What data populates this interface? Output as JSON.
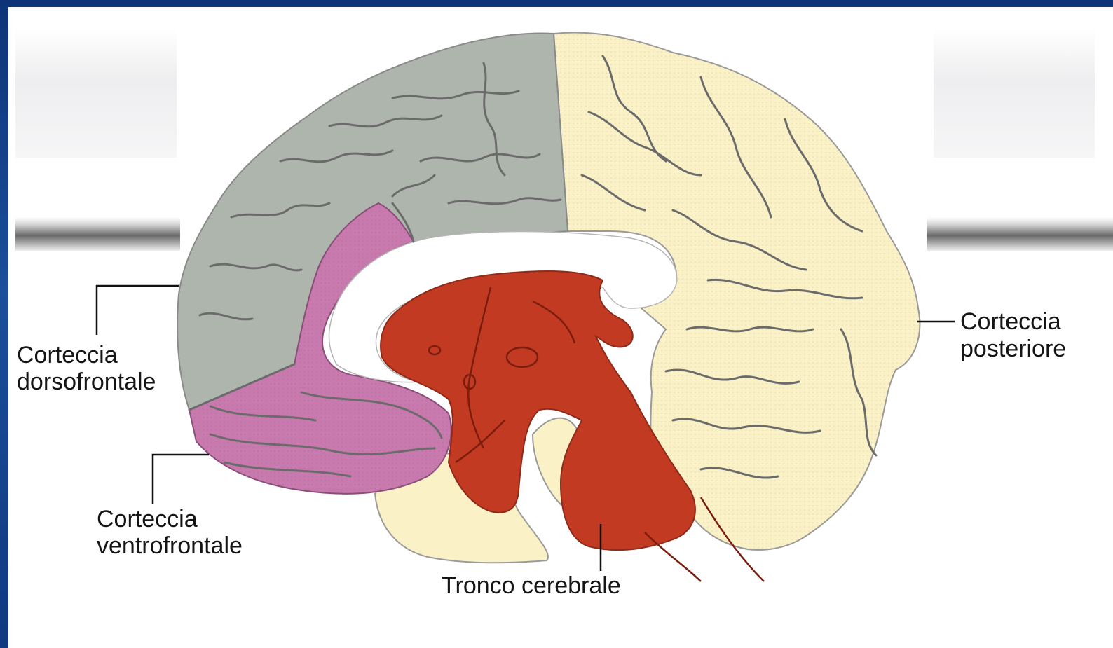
{
  "labels": {
    "dorsofrontal_line1": "Corteccia",
    "dorsofrontal_line2": "dorsofrontale",
    "ventrofrontal_line1": "Corteccia",
    "ventrofrontal_line2": "ventrofrontale",
    "posterior_line1": "Corteccia",
    "posterior_line2": "posteriore",
    "brainstem": "Tronco cerebrale"
  },
  "colors": {
    "dorsofrontal": "#aeb5ad",
    "ventrofrontal": "#c87aae",
    "posterior": "#fbf1c6",
    "brainstem": "#c23a22",
    "sulci": "#6b6b6b",
    "background": "#123f86"
  }
}
